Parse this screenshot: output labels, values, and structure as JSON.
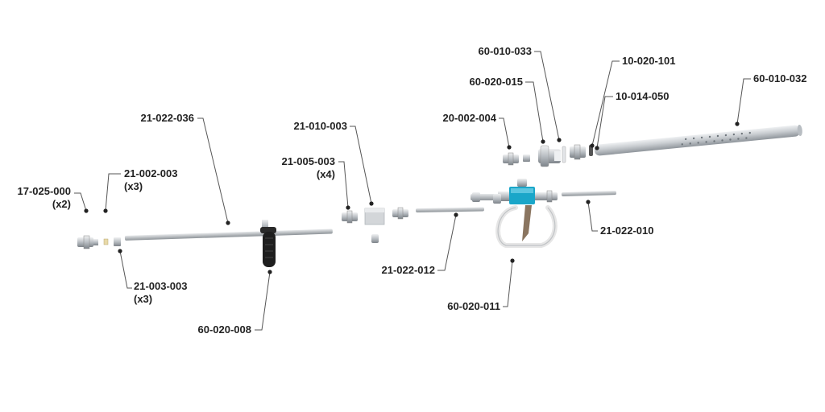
{
  "callouts": {
    "c01": {
      "part": "17-025-000",
      "qty": "(x2)"
    },
    "c02": {
      "part": "21-002-003",
      "qty": "(x3)"
    },
    "c03": {
      "part": "21-003-003",
      "qty": "(x3)"
    },
    "c04": {
      "part": "21-022-036"
    },
    "c05": {
      "part": "60-020-008"
    },
    "c06": {
      "part": "21-010-003"
    },
    "c07": {
      "part": "21-005-003",
      "qty": "(x4)"
    },
    "c08": {
      "part": "21-022-012"
    },
    "c09": {
      "part": "20-002-004"
    },
    "c10": {
      "part": "60-020-015"
    },
    "c11": {
      "part": "60-010-033"
    },
    "c12": {
      "part": "10-020-101"
    },
    "c13": {
      "part": "10-014-050"
    },
    "c14": {
      "part": "60-010-032"
    },
    "c15": {
      "part": "21-022-010"
    },
    "c16": {
      "part": "60-020-011"
    }
  },
  "colors": {
    "steel": "#c9cdd1",
    "steel_dark": "#9aa0a6",
    "handle": "#1e1e1e",
    "valve_accent": "#1aa6c9",
    "brass": "#e8d9a8"
  }
}
